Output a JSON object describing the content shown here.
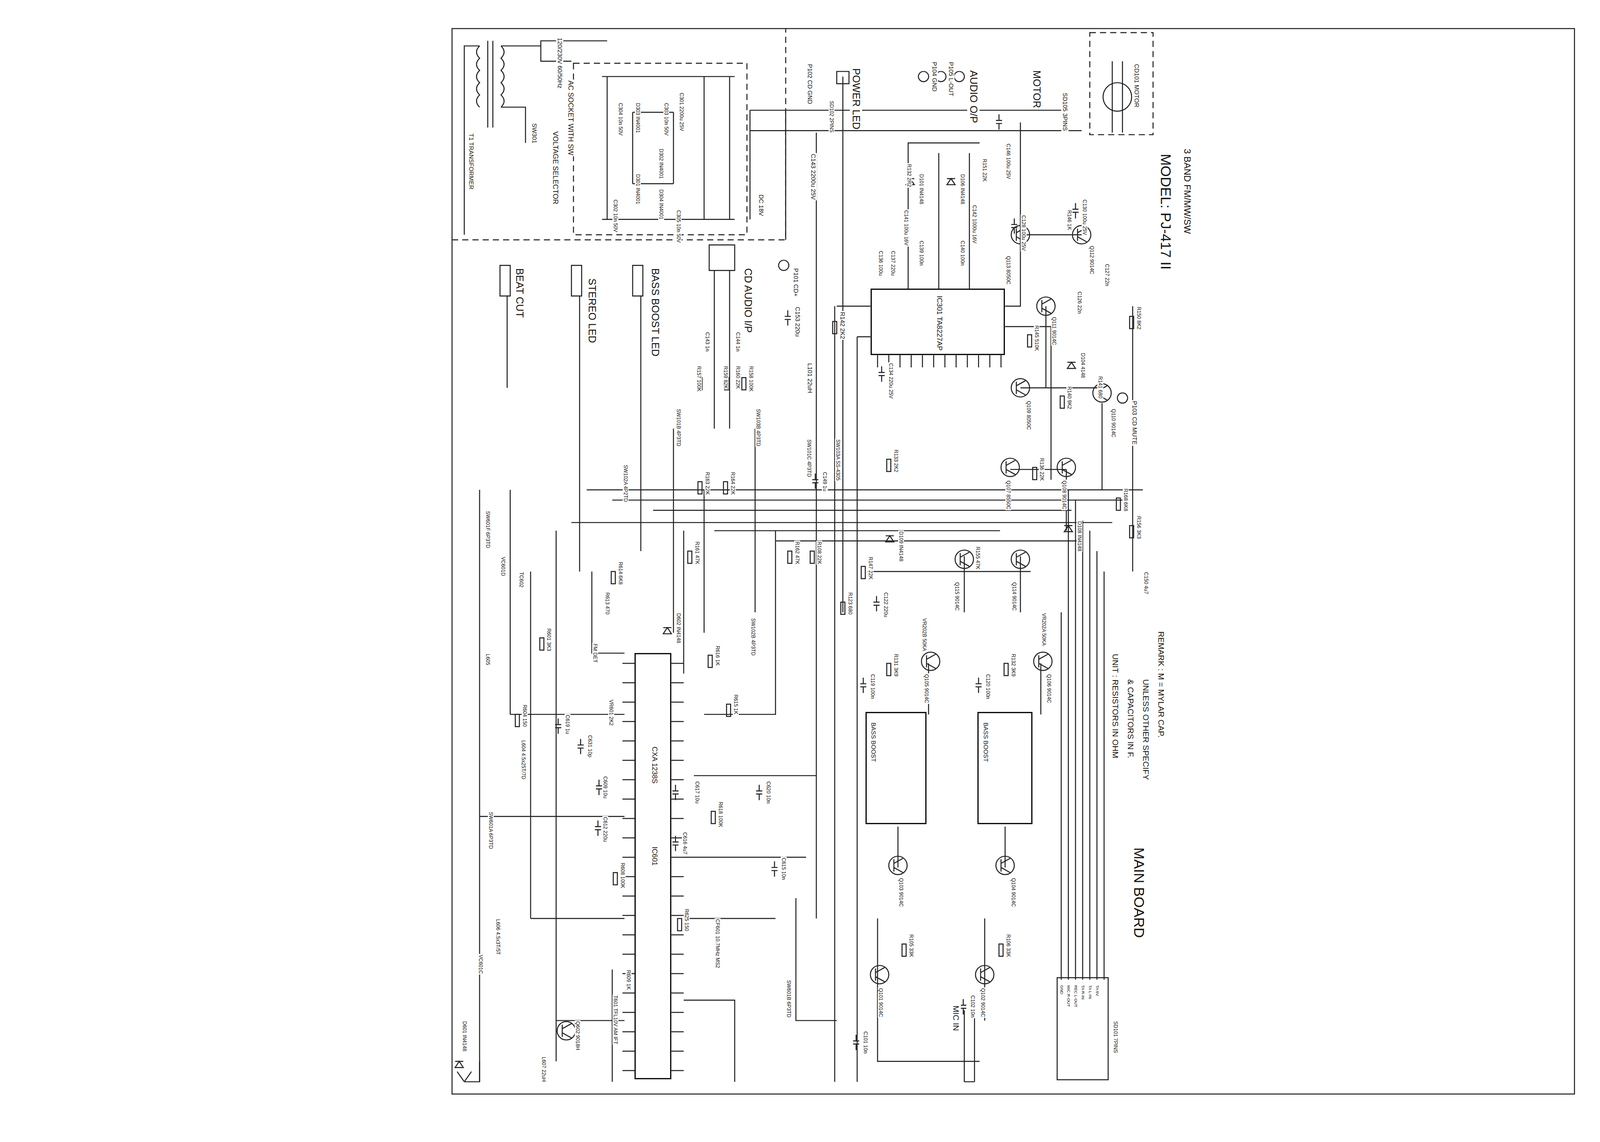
{
  "diagram": {
    "title": "MODEL: PJ-417 II",
    "caption": "MAIN BOARD",
    "nodes": [
      {
        "text": [
          "CXA 1238S",
          "IC601"
        ]
      },
      {
        "text": [
          "IC301 TA8227AP"
        ]
      },
      {
        "text": [
          "BASS BOOST"
        ]
      },
      {
        "text": [
          "BASS BOOST"
        ]
      }
    ],
    "labels": [
      "3 BAND FM/MW/SW",
      "UNIT : RESISTORS IN OHM",
      "& CAPACITORS IN F.",
      "UNLESS OTHER SPECIFY",
      "REMARK : M = MYLAR CAP.",
      "MOTOR",
      "POWER LED",
      "AUDIO O/P",
      "CD AUDIO I/P",
      "BASS BOOST LED",
      "STEREO LED",
      "BEAT CUT",
      "MIC IN",
      "P102 CD GND",
      "SD102 2PINS",
      "P104 GND",
      "P105 L-OUT",
      "SD105 3PINS",
      "CD101 MOTOR",
      "P101 CD+",
      "P103 CD MUTE",
      "AC SOCKET WITH SW",
      "VOLTAGE SELECTOR",
      "120/230V 60/50Hz",
      "SW301",
      "T1 TRANSFORMER",
      "D301 IN4001",
      "D302 IN4001",
      "D303 IN4001",
      "D304 IN4001",
      "C301 2200u 25V",
      "C302 10n 50V",
      "C303 10n 50V",
      "C304 10n 50V",
      "C305 10n 50V",
      "DC 18V",
      "C143 2200u 25V",
      "C153 220u",
      "L101 22uH",
      "R142 2K2",
      "R157 100K",
      "R159 82K",
      "R158 100K",
      "R160 22K",
      "C143 1n",
      "C144 1n",
      "SW101B 4P3TD",
      "SW103B 4P3TD",
      "SW101C 4P3TD",
      "SW103A SS-4305",
      "SW102A 4P2TD",
      "R163 22K",
      "R164 22K",
      "C149 1u",
      "R161 47K",
      "R162 47K",
      "R108 22K",
      "R123 680",
      "C134 220u 25V",
      "R133 2K2",
      "C136 100u",
      "C137 220u",
      "C141 100u 16V",
      "C139 100n",
      "C140 100n",
      "C142 1000u 16V",
      "R132 2R2",
      "D101 IN4148",
      "D106 IN4148",
      "R151 22K",
      "C146 100u 25V",
      "C128 100u 25V",
      "C130 100u 25V",
      "Q113 8050C",
      "Q112 9014C",
      "Q111 9014C",
      "Q109 8050C",
      "Q110 9014C",
      "Q107 8550C",
      "Q108 9014C",
      "R146 1K",
      "R145 510K",
      "R141 680",
      "R140 9K2",
      "D104 4148",
      "C127 22n",
      "C126 22n",
      "R150 8K2",
      "R136 22K",
      "R168 6K8",
      "R156 3K3",
      "C150 4u7",
      "D108 IN4148",
      "D109 IN4148",
      "Q115 9014C",
      "Q114 9014C",
      "R155 47K",
      "R147 22K",
      "C122 220u",
      "VR202B 50KA",
      "VR202A 50KA",
      "Q105 9014C",
      "Q106 9014C",
      "R131 3K9",
      "R132 3K9",
      "C119 100n",
      "C120 100n",
      "Q103 9014C",
      "Q104 9014C",
      "Q101 9014C",
      "Q102 9014C",
      "R105 33K",
      "R106 33K",
      "C101 10n",
      "C102 10n",
      "SD101 7PINS",
      "GND",
      "MIC R-OUT",
      "REC L-OUT",
      "TA R-IN",
      "TA L-IN",
      "TA 6V",
      "SW601F 6P3TD",
      "VC601D",
      "TC602",
      "L605",
      "R604 150",
      "R601 3K3",
      "C619 1u",
      "VR601 2K2",
      "C631 10p",
      "FM DET",
      "SW601A 6P3TD",
      "L606 4.5x3T/5T",
      "VC601C",
      "Q602 9018H",
      "D601 IN4148",
      "L607 22uH",
      "T601 TFL10V AM IFT",
      "CF601 10.7MHz MS2",
      "R625 150",
      "R609 1K",
      "R608 100K",
      "C615 10n",
      "R618 100K",
      "C620 10n",
      "C616 4u7",
      "C617 10u",
      "R616 1K",
      "D602 IN4148",
      "R615 1K",
      "R614 6K8",
      "R613 470",
      "SW102B 4P3TD",
      "L604 4.5x25T/7D",
      "C609 10u",
      "C612 220u",
      "SW601B 6P3TD"
    ]
  }
}
